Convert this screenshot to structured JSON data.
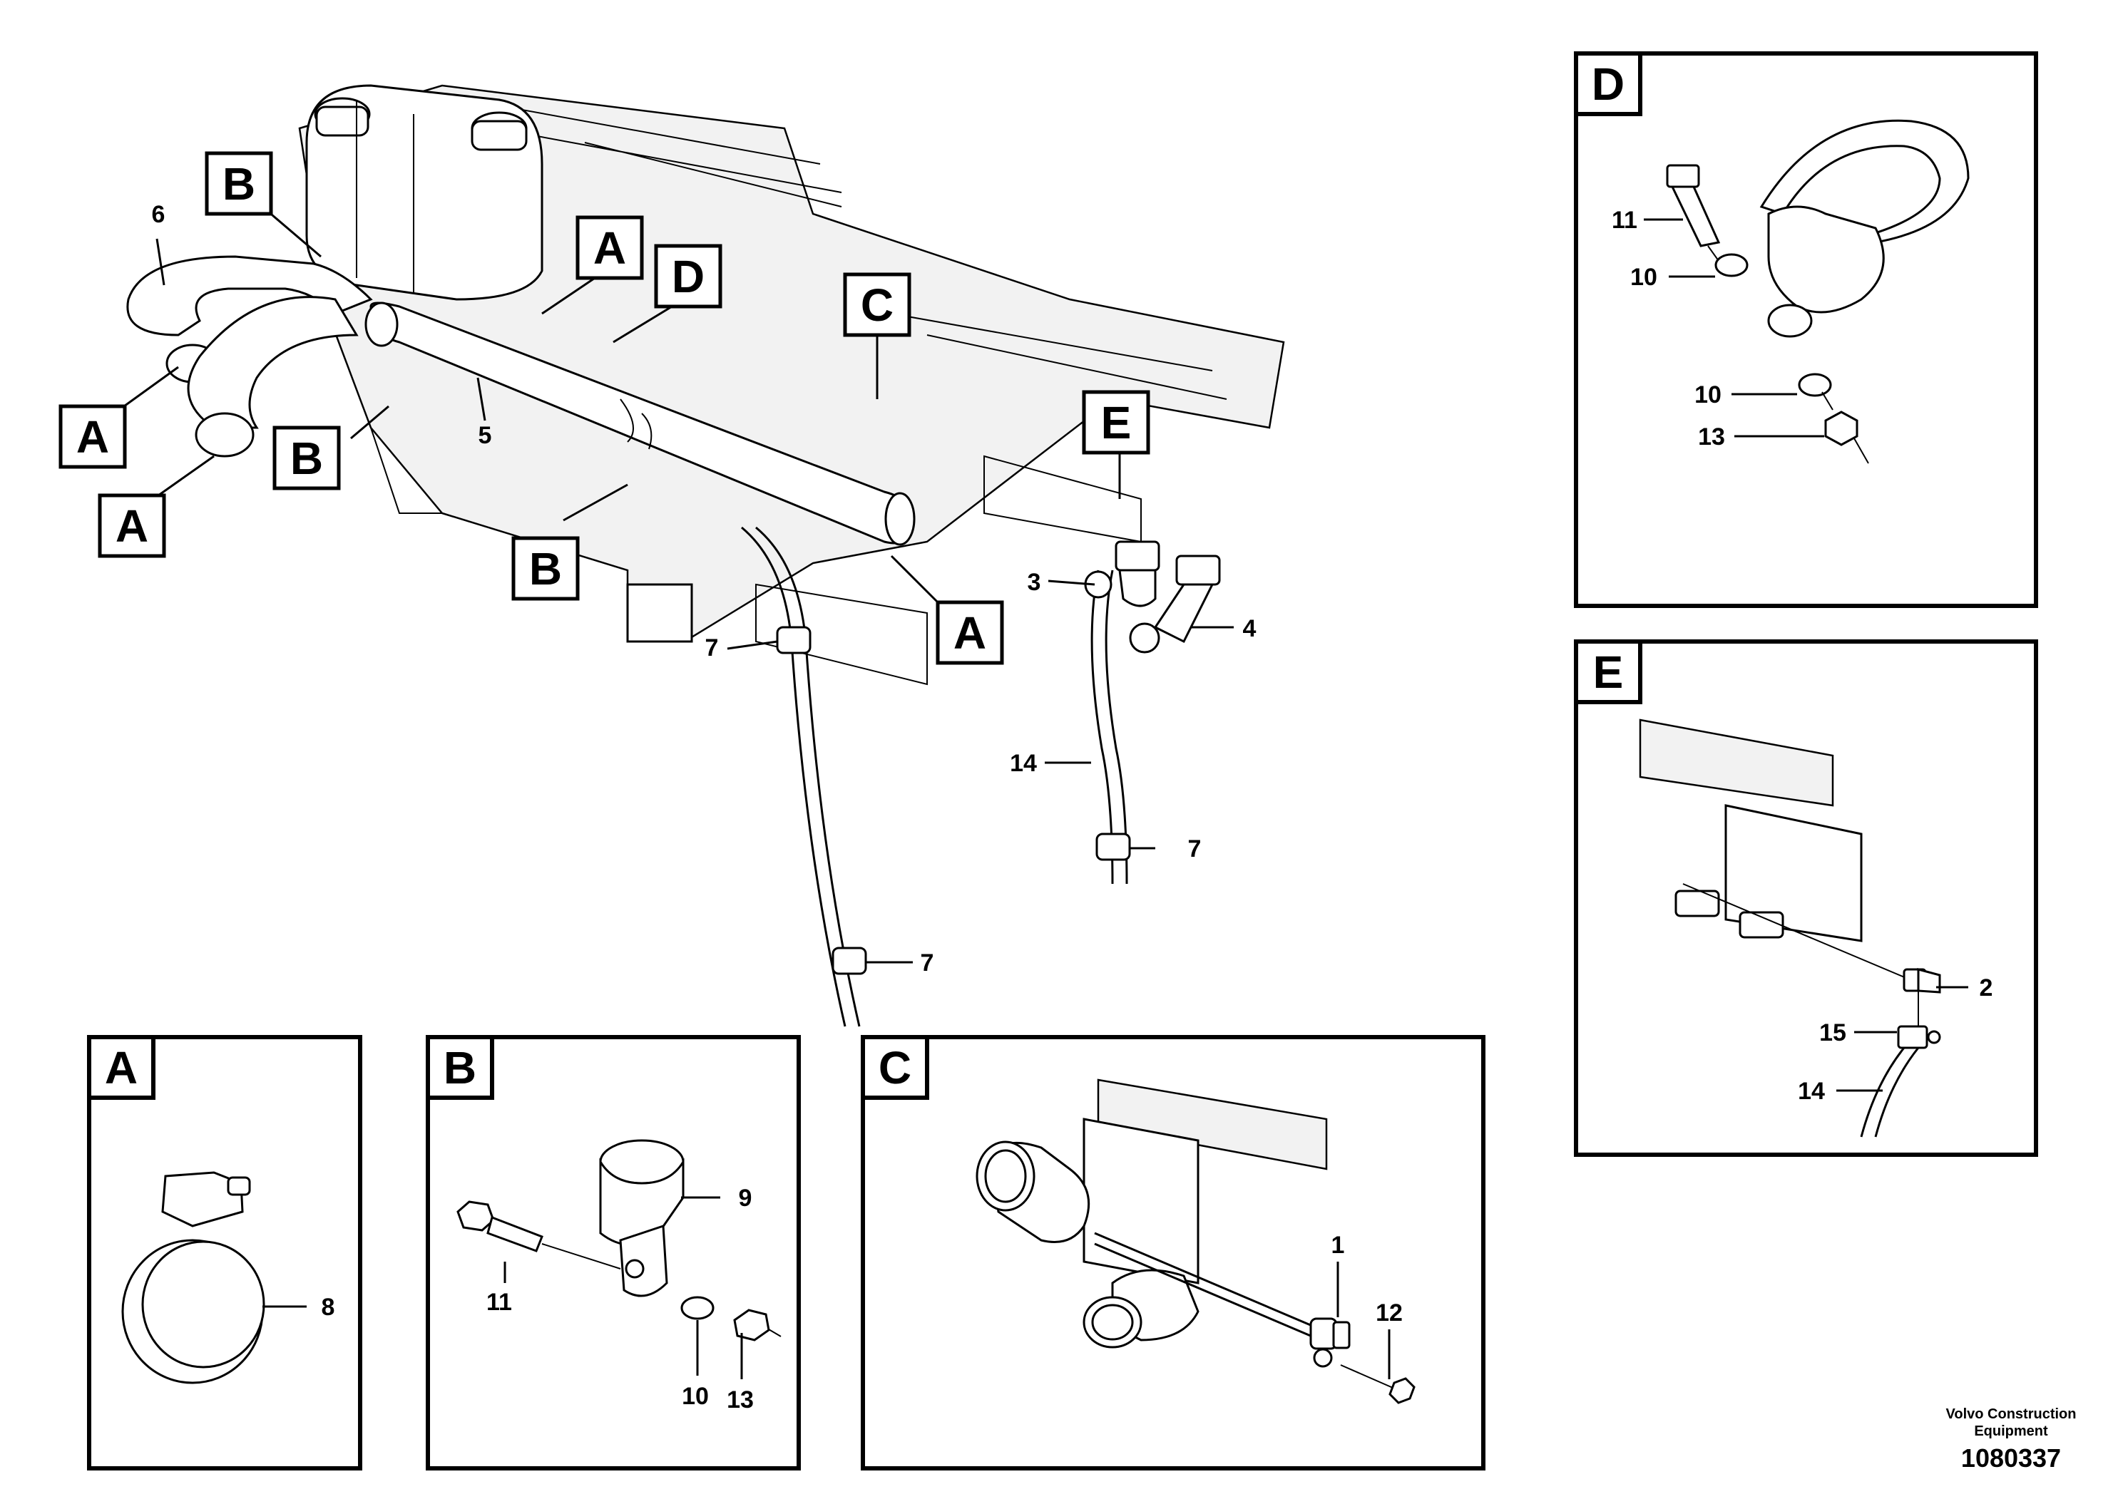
{
  "main_callouts": {
    "B1": "B",
    "A1": "A",
    "D1": "D",
    "C1": "C",
    "E1": "E",
    "A2": "A",
    "B2": "B",
    "A3": "A",
    "B3": "B",
    "A4": "A"
  },
  "main_numbers": {
    "n6": "6",
    "n5": "5",
    "n3": "3",
    "n4": "4",
    "n7a": "7",
    "n14": "14",
    "n7b": "7",
    "n7c": "7"
  },
  "detail_A": {
    "title": "A",
    "n8": "8"
  },
  "detail_B": {
    "title": "B",
    "n9": "9",
    "n11": "11",
    "n10": "10",
    "n13": "13"
  },
  "detail_C": {
    "title": "C",
    "n1": "1",
    "n12": "12"
  },
  "detail_D": {
    "title": "D",
    "n11": "11",
    "n10a": "10",
    "n10b": "10",
    "n13": "13"
  },
  "detail_E": {
    "title": "E",
    "n2": "2",
    "n15": "15",
    "n14": "14"
  },
  "footer": {
    "brand_line1": "Volvo Construction",
    "brand_line2": "Equipment",
    "drawing_number": "1080337"
  }
}
